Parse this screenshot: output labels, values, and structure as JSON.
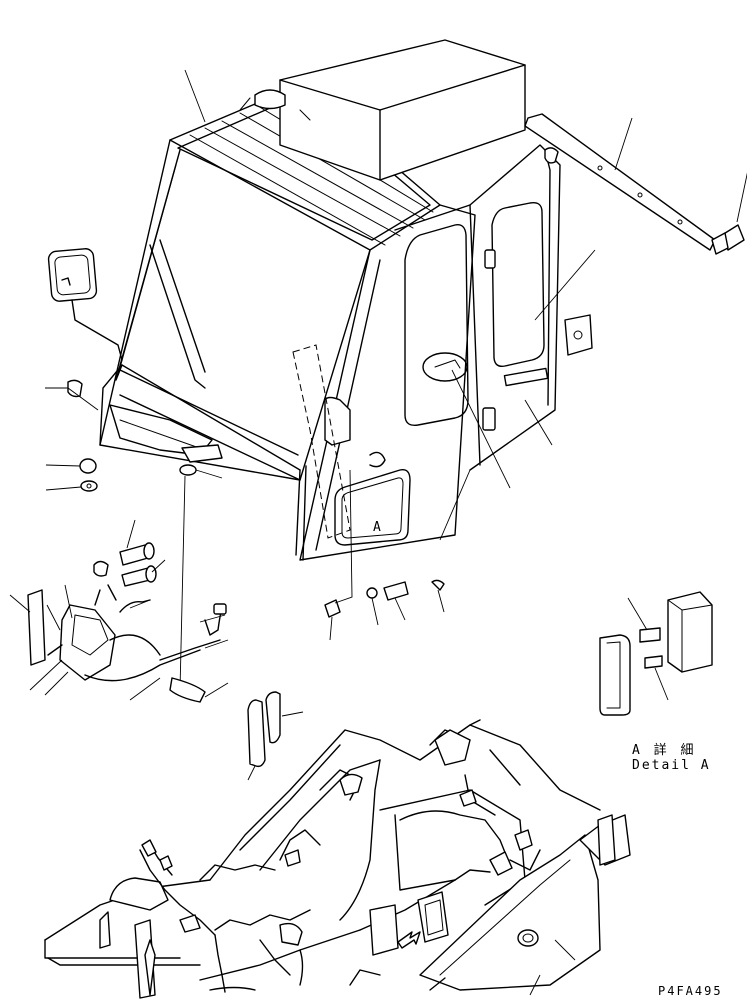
{
  "figure": {
    "detail_caption_ja": "A 詳 細",
    "detail_caption_en": "Detail A",
    "drawing_code": "P4FA495",
    "callout_letter": "A"
  }
}
